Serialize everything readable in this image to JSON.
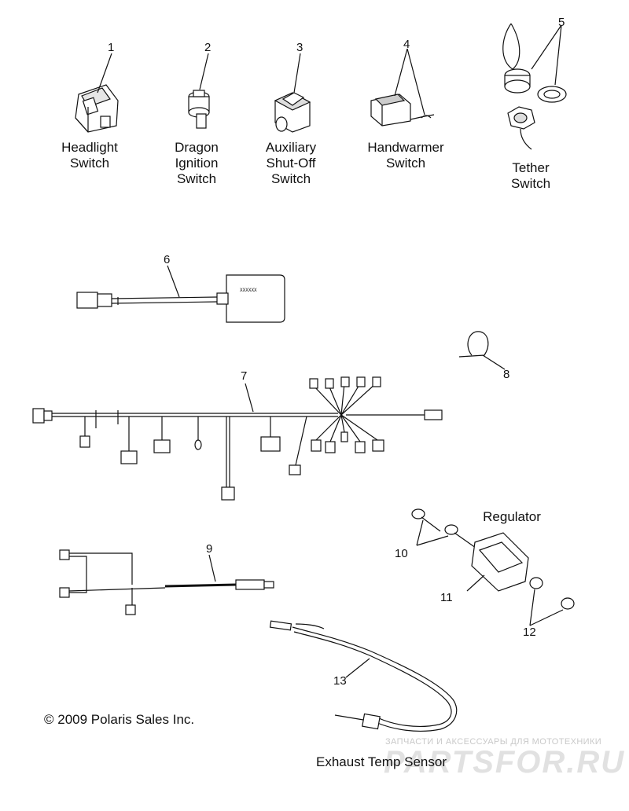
{
  "parts": [
    {
      "num": "1",
      "lines": [
        "Headlight",
        "Switch"
      ]
    },
    {
      "num": "2",
      "lines": [
        "Dragon",
        "Ignition",
        "Switch"
      ]
    },
    {
      "num": "3",
      "lines": [
        "Auxiliary",
        "Shut-Off",
        "Switch"
      ]
    },
    {
      "num": "4",
      "lines": [
        "Handwarmer",
        "Switch"
      ]
    },
    {
      "num": "5",
      "lines": [
        "Tether",
        "Switch"
      ]
    },
    {
      "num": "6"
    },
    {
      "num": "7"
    },
    {
      "num": "8"
    },
    {
      "num": "9"
    },
    {
      "num": "10"
    },
    {
      "num": "11"
    },
    {
      "num": "12"
    },
    {
      "num": "13"
    }
  ],
  "regulator_label": "Regulator",
  "exhaust_label": "Exhaust Temp Sensor",
  "module_text": "XXXXXX",
  "copyright": "© 2009 Polaris Sales Inc.",
  "watermark_top": "ЗАПЧАСТИ И АКСЕССУАРЫ ДЛЯ МОТОТЕХНИКИ",
  "watermark_main": "PARTSFOR.RU",
  "colors": {
    "line": "#111111",
    "watermark": "#c9c9c9",
    "background": "#ffffff"
  }
}
